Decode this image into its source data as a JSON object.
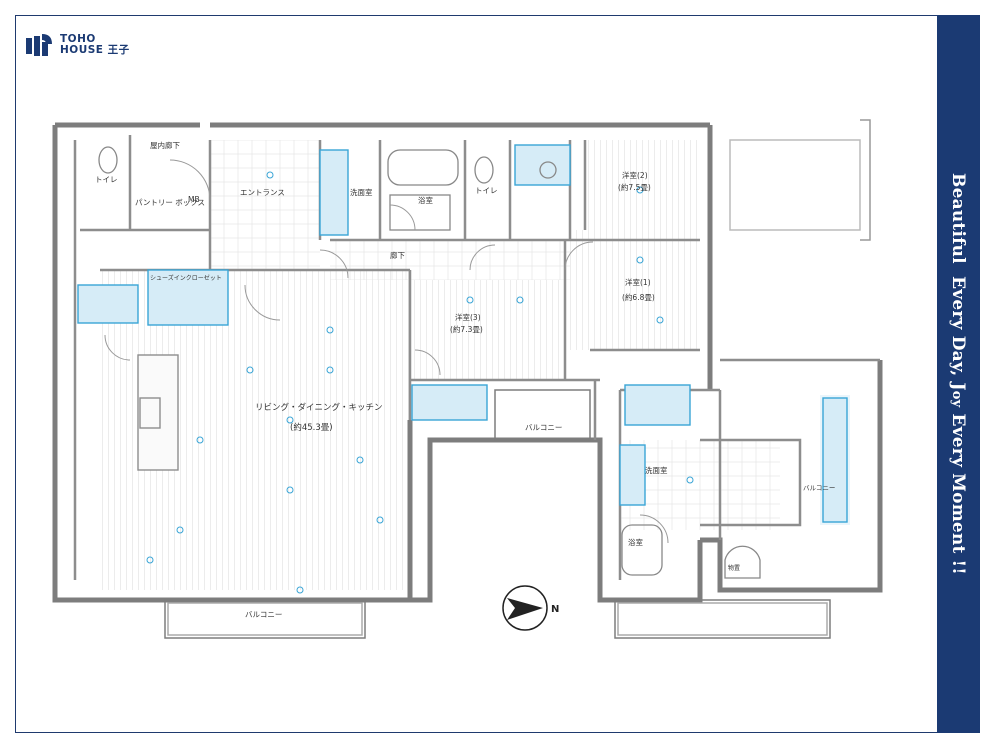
{
  "brand": {
    "line1": "TOHO",
    "line2": "HOUSE 王子"
  },
  "tagline": {
    "part1": "Beautiful",
    "part2": "Every Day, J",
    "part3": "oy",
    "part4": " Every Moment !!"
  },
  "rooms": {
    "closet": "屋内廊下",
    "entrance": "エントランス",
    "toilet1": "トイレ",
    "toilet2": "トイレ",
    "pantry_box": "パントリー ボックス",
    "mb": "MB",
    "washroom": "洗面室",
    "bath": "浴室",
    "hall": "廊下",
    "western2": "洋室(2)",
    "western2_size": "(約7.5畳)",
    "western1": "洋室(1)",
    "western1_size": "(約6.8畳)",
    "western3": "洋室(3)",
    "western3_size": "(約7.3畳)",
    "shoes_cl": "シューズインクローゼット",
    "ldk": "リビング・ダイニング・キッチン",
    "ldk_size": "(約45.3畳)",
    "balcony_inner": "バルコニー",
    "balcony_bottom": "バルコニー",
    "balcony_right": "バルコニー",
    "wash2": "洗面室",
    "bath2": "浴室",
    "storage": "物置"
  },
  "compass": {
    "label": "N"
  },
  "colors": {
    "brand": "#1b3a73",
    "wall": "#8a8a8a",
    "fixture": "#3aa5d6",
    "floor_line": "#b9b9b9"
  }
}
